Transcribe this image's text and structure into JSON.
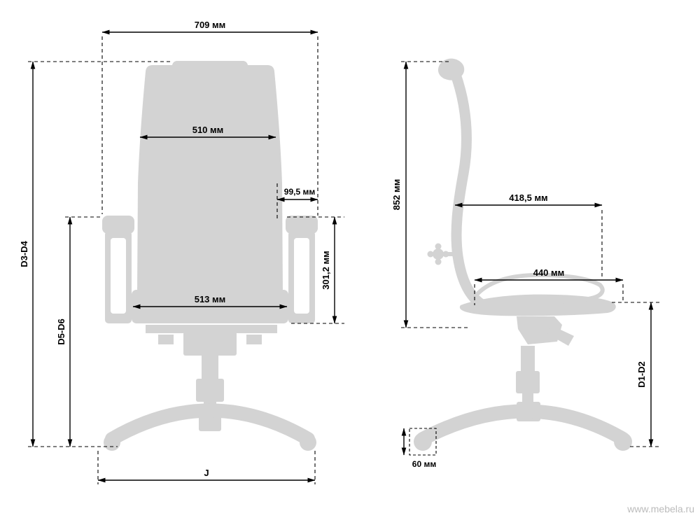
{
  "front": {
    "overall_width": "709 мм",
    "backrest_width": "510 мм",
    "armrest_offset": "99,5 мм",
    "armrest_height": "301,2 мм",
    "seat_width": "513 мм",
    "overall_height_code": "D3-D4",
    "armrest_to_floor_code": "D5-D6",
    "base_width_code": "J"
  },
  "side": {
    "back_height": "852 мм",
    "upper_depth": "418,5 мм",
    "seat_depth": "440 мм",
    "seat_height_code": "D1-D2",
    "caster_diameter": "60 мм"
  },
  "watermark": "www.mebela.ru",
  "colors": {
    "chair": "#d3d3d3",
    "cutout": "#ffffff",
    "dimension": "#000000",
    "watermark": "#b0b0b0"
  }
}
